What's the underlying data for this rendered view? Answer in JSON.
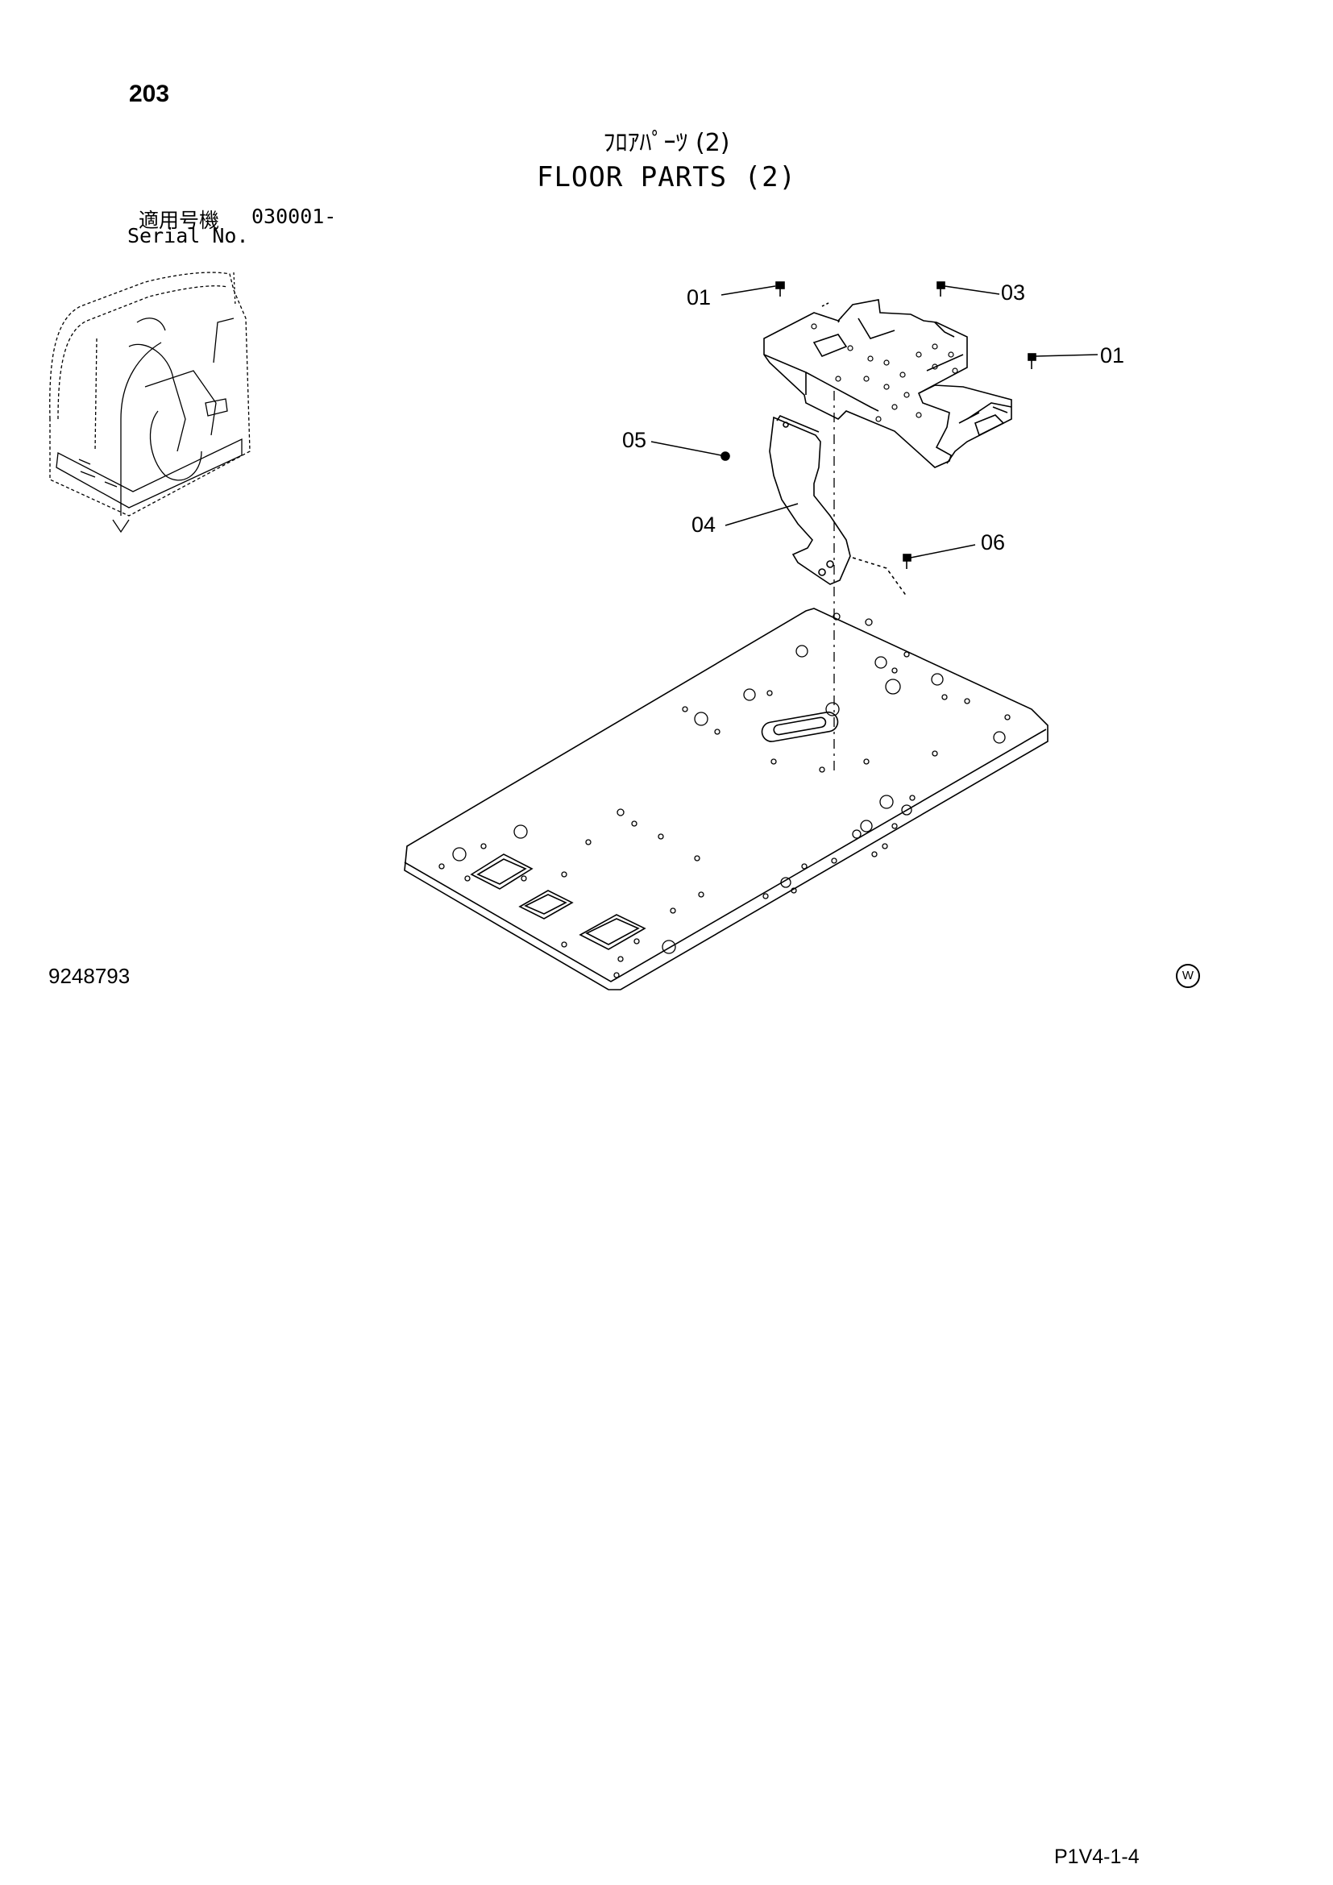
{
  "header": {
    "page_number": "203",
    "title_jp": "ﾌﾛｱﾊﾟｰﾂ (2)",
    "title_en": "FLOOR PARTS (2)",
    "serial_label_jp": "適用号機",
    "serial_label_en": "Serial No.",
    "serial_number": "030001-"
  },
  "callouts": {
    "c01a": "01",
    "c03": "03",
    "c01b": "01",
    "c05": "05",
    "c04": "04",
    "c06": "06"
  },
  "footer": {
    "drawing_number": "9248793",
    "mark": "W",
    "page_ref": "P1V4-1-4"
  }
}
